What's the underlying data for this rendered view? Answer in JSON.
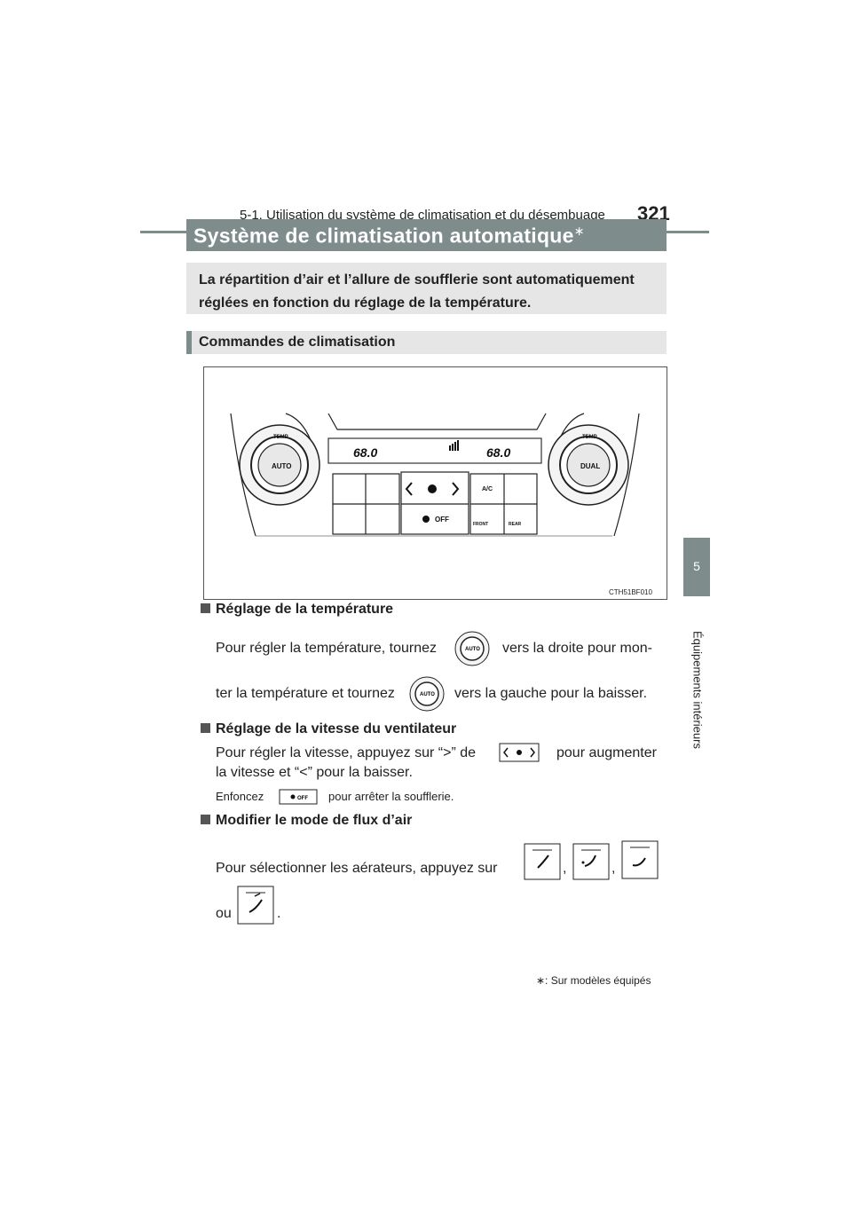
{
  "header": {
    "chapter_title": "5-1. Utilisation du système de climatisation et du désembuage",
    "page_number": "321"
  },
  "side_tab": {
    "number": "5",
    "label": "Équipements intérieurs"
  },
  "title": {
    "text": "Système de climatisation automatique",
    "marker": "∗"
  },
  "summary": "La répartition d’air et l’allure de soufflerie sont automatiquement réglées en fonction du réglage de la température.",
  "subheading": "Commandes de climatisation",
  "figure": {
    "caption": "CTH51BF010",
    "left_temp": "68.0",
    "right_temp": "68.0",
    "temp_label": "TEMP",
    "auto_label": "AUTO",
    "dual_label": "DUAL",
    "ac_label": "A/C",
    "off_label": "OFF",
    "front_label": "FRONT",
    "rear_label": "REAR"
  },
  "sections": {
    "temp": {
      "heading": "Réglage de la température",
      "line1_a": "Pour régler la température, tournez",
      "line1_b": "vers la droite pour mon-",
      "line2_a": "ter la température et tournez",
      "line2_b": "vers la gauche pour la baisser.",
      "knob_label": "AUTO"
    },
    "fan": {
      "heading": "Réglage de la vitesse du ventilateur",
      "line1_a": "Pour régler la vitesse, appuyez sur “>” de",
      "line1_b": "pour augmenter",
      "line2": "la vitesse et “<” pour la baisser.",
      "note_a": "Enfoncez",
      "note_b": "pour arrêter la soufflerie.",
      "off_label": "OFF"
    },
    "flow": {
      "heading": "Modifier le mode de flux d’air",
      "line1": "Pour sélectionner les aérateurs, appuyez sur",
      "comma1": ",",
      "comma2": ",",
      "ou": "ou",
      "period": "."
    }
  },
  "footnote": "∗: Sur modèles équipés"
}
